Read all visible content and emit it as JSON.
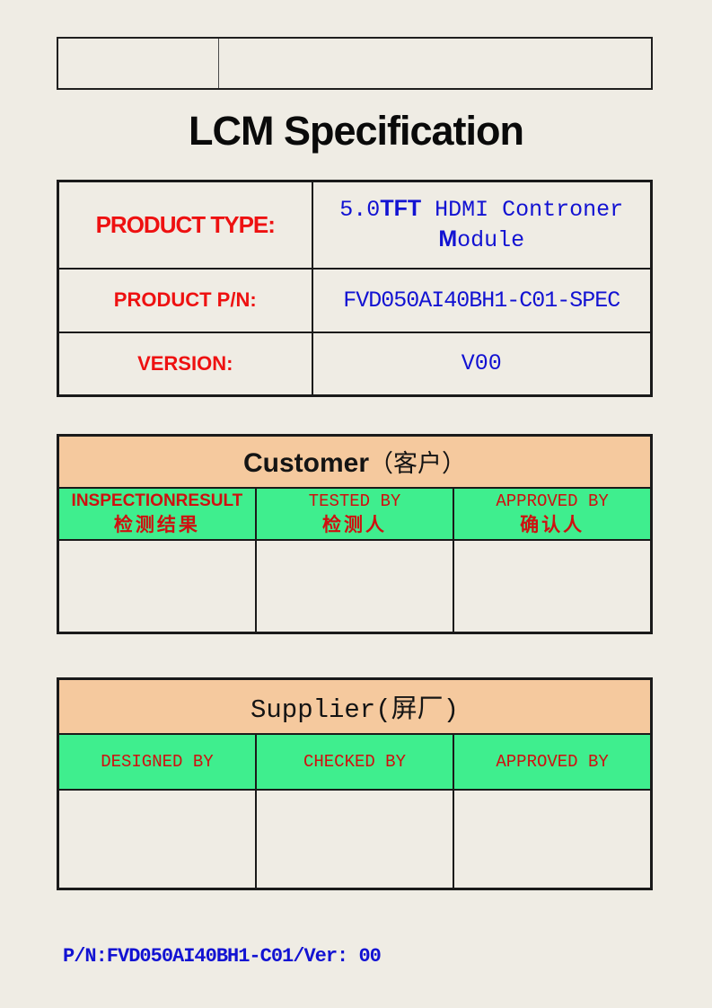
{
  "page": {
    "title": "LCM Specification",
    "footer": "P/N:FVD050AI40BH1-C01/Ver: 00"
  },
  "colors": {
    "page_background": "#efece4",
    "section_header_fill": "#f5c99e",
    "signoff_fill": "#3fee8e",
    "label_red": "#ee1111",
    "signoff_red": "#cf1010",
    "value_blue": "#1212d2",
    "border_black": "#1a1a1a"
  },
  "product": {
    "type_label": "PRODUCT TYPE:",
    "type_value": {
      "size": "5.0",
      "tft": "TFT",
      "rest": " HDMI Controner",
      "module_initial": "M",
      "module_rest": "odule"
    },
    "pn_label": "PRODUCT P/N:",
    "pn_value": "FVD050AI40BH1-C01-SPEC",
    "version_label": "VERSION:",
    "version_value": "V00"
  },
  "customer": {
    "title_en": "Customer",
    "title_cn": "（客户）",
    "columns": [
      {
        "en": "INSPECTIONRESULT",
        "cn": "检测结果"
      },
      {
        "en": "TESTED BY",
        "cn": "检测人"
      },
      {
        "en": "APPROVED BY",
        "cn": "确认人"
      }
    ]
  },
  "supplier": {
    "title": "Supplier(屏厂)",
    "columns": [
      {
        "label": "DESIGNED BY"
      },
      {
        "label": "CHECKED BY"
      },
      {
        "label": "APPROVED BY"
      }
    ]
  }
}
